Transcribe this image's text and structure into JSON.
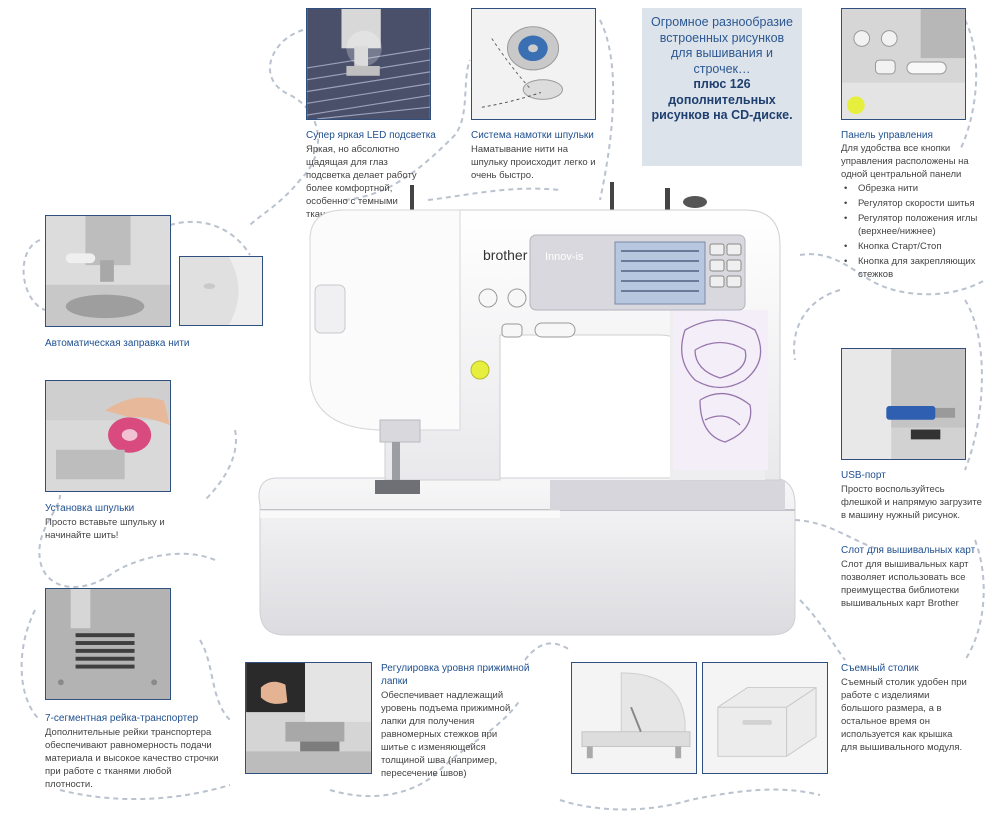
{
  "promo": {
    "text_normal": "Огромное разнообразие встроенных рисунков для вышивания и строчек…",
    "text_bold": "плюс 126 дополнительных рисунков на CD-диске."
  },
  "machine": {
    "brand": "brother",
    "model": "Innov-is"
  },
  "features": {
    "led": {
      "title": "Супер яркая LED подсветка",
      "desc": "Яркая, но абсолютно щадящая для глаз подсветка делает работу более комфортной, особенно с темными тканями."
    },
    "bobbin_winding": {
      "title": "Система намотки шпульки",
      "desc": "Наматывание нити на шпульку происходит легко и очень быстро."
    },
    "control_panel": {
      "title": "Панель управления",
      "desc": "Для удобства все кнопки управления расположены на одной центральной панели",
      "items": [
        "Обрезка нити",
        "Регулятор скорости шитья",
        "Регулятор положения иглы (верхнее/нижнее)",
        "Кнопка Старт/Стоп",
        "Кнопка для закрепляющих стежков"
      ]
    },
    "auto_thread": {
      "title": "Автоматическая заправка нити"
    },
    "bobbin_install": {
      "title": "Установка шпульки",
      "desc": "Просто вставьте шпульку и начинайте шить!"
    },
    "usb": {
      "title": "USB-порт",
      "desc": "Просто воспользуйтесь флешкой и напрямую загрузите в машину нужный рисунок."
    },
    "card_slot": {
      "title": "Слот для вышивальных карт",
      "desc": "Слот для вышивальных карт позволяет использовать все преимущества библиотеки вышивальных карт Brother"
    },
    "feed_dog": {
      "title": "7-сегментная рейка-транспортер",
      "desc": "Дополнительные рейки транспортера обеспечивают равномерность подачи материала и высокое качество строчки при работе с тканями любой плотности."
    },
    "presser_foot": {
      "title": "Регулировка уровня прижимной лапки",
      "desc": "Обеспечивает надлежащий уровень подъема прижимной лапки для получения равномерных стежков при шитье с изменяющейся толщиной шва (например, пересечение швов)"
    },
    "removable_table": {
      "title": "Съемный столик",
      "desc": "Съемный столик удобен при работе с изделиями большого размера, а в остальное время он используется как крышка для вышивального модуля."
    }
  },
  "colors": {
    "title_blue": "#1f4f8f",
    "frame_blue": "#2f4f7e",
    "promo_bg": "#dde3ea",
    "dash_gray": "#b9c2ce",
    "lace_purple": "#8e6aa6"
  }
}
